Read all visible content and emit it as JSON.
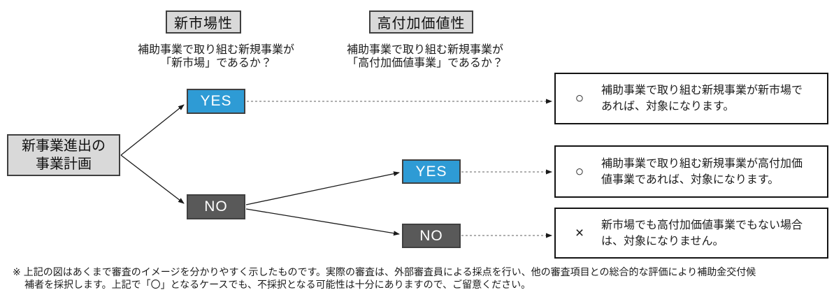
{
  "colors": {
    "yes_bg": "#2E9BD5",
    "no_bg": "#595959",
    "label_bg": "#D9D9D9",
    "decision_text": "#FFFFFF",
    "arrow": "#1A1A1A",
    "dashed_arrow": "#7F7F7F"
  },
  "column_headers": [
    {
      "label": "新市場性"
    },
    {
      "label": "高付加価値性"
    }
  ],
  "questions": [
    {
      "lines": [
        "補助事業で取り組む新規事業が",
        "「新市場」であるか？"
      ]
    },
    {
      "lines": [
        "補助事業で取り組む新規事業が",
        "「高付加価値事業」であるか？"
      ]
    }
  ],
  "start_node": {
    "lines": [
      "新事業進出の",
      "事業計画"
    ]
  },
  "decision_nodes": {
    "level1_yes": "YES",
    "level1_no": "NO",
    "level2_yes": "YES",
    "level2_no": "NO"
  },
  "results": [
    {
      "symbol": "○",
      "text": "補助事業で取り組む新規事業が新市場であれば、対象になります。"
    },
    {
      "symbol": "○",
      "text": "補助事業で取り組む新規事業が高付加価値事業であれば、対象になります。"
    },
    {
      "symbol": "×",
      "text": "新市場でも高付加価値事業でもない場合は、対象になりません。"
    }
  ],
  "footnote": {
    "marker": "※",
    "line1": "上記の図はあくまで審査のイメージを分かりやすく示したものです。実際の審査は、外部審査員による採点を行い、他の審査項目との総合的な評価により補助金交付候",
    "line2": "補者を採択します。上記で「〇」となるケースでも、不採択となる可能性は十分にありますので、ご留意ください。"
  }
}
